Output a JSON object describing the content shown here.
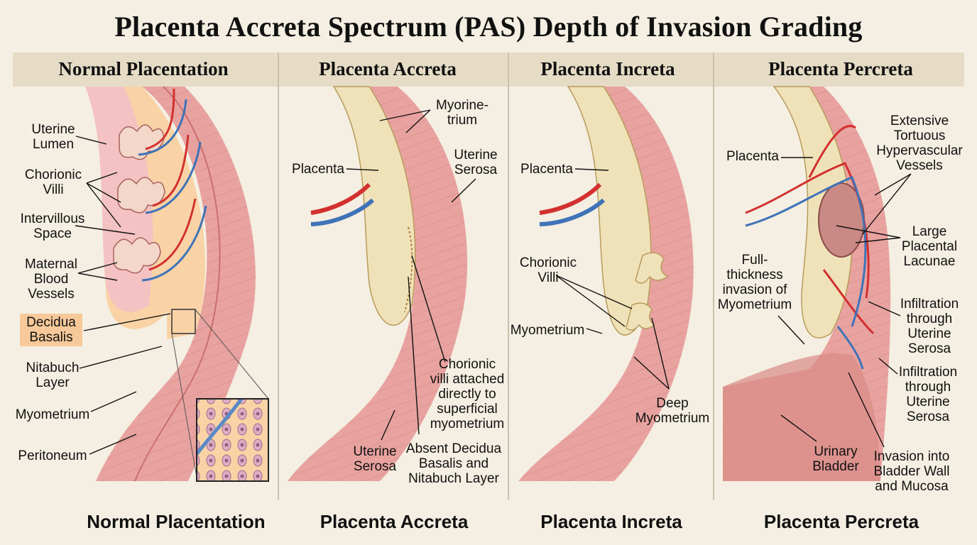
{
  "title": "Placenta Accreta Spectrum (PAS) Depth of Invasion Grading",
  "panels": [
    {
      "heading": "Normal Placentation",
      "caption": "Normal Placentation",
      "labels": {
        "uterine_lumen": "Uterine\nLumen",
        "chorionic_villi": "Chorionic\nVilli",
        "intervillous_space": "Intervillous\nSpace",
        "maternal_blood_vessels": "Maternal\nBlood\nVessels",
        "decidua_basalis": "Decidua\nBasalis",
        "nitabuch_layer": "Nitabuch\nLayer",
        "myometrium": "Myometrium",
        "peritoneum": "Peritoneum"
      }
    },
    {
      "heading": "Placenta Accreta",
      "caption": "Placenta Accreta",
      "labels": {
        "myometrium": "Myorine-\ntrium",
        "uterine_serosa_top": "Uterine\nSerosa",
        "placenta": "Placenta",
        "villi_attached": "Chorionic\nvilli attached\ndirectly to\nsuperficial\nmyometrium",
        "uterine_serosa_bottom": "Uterine\nSerosa",
        "absent_decidua": "Absent Decidua\nBasalis and\nNitabuch Layer"
      }
    },
    {
      "heading": "Placenta Increta",
      "caption": "Placenta Increta",
      "labels": {
        "placenta": "Placenta",
        "chorionic_villi": "Chorionic\nVilli",
        "myometrium": "Myometrium",
        "deep_myometrium": "Deep\nMyometrium"
      }
    },
    {
      "heading": "Placenta Percreta",
      "caption": "Placenta Percreta",
      "labels": {
        "placenta": "Placenta",
        "extensive_vessels": "Extensive\nTortuous\nHypervascular\nVessels",
        "large_lacunae": "Large\nPlacental\nLacunae",
        "full_thickness": "Full-\nthickness\ninvasion of\nMyometrium",
        "infiltration_1": "Infiltration\nthrough\nUterine\nSerosa",
        "infiltration_2": "Infiltration\nthrough\nUterine\nSerosa",
        "urinary_bladder": "Urinary\nBladder",
        "bladder_invasion": "Invasion into\nBladder Wall\nand Mucosa"
      }
    }
  ],
  "colors": {
    "background": "#f4efe2",
    "header_band": "#e6dcc6",
    "muscle": "#e8a3a0",
    "muscle_dark": "#c9706e",
    "placenta": "#f0e2b8",
    "decidua": "#f9d3a6",
    "artery": "#d2302f",
    "vein": "#3f73b8",
    "highlight": "#f7c99a"
  }
}
